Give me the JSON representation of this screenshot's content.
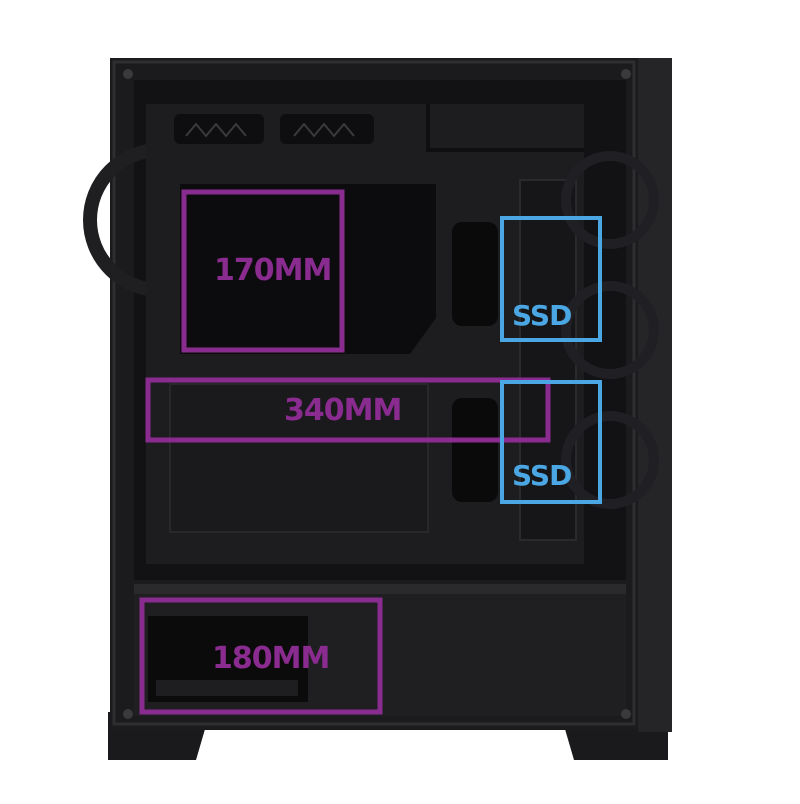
{
  "annotations": {
    "cpu_cooler_label": "170MM",
    "gpu_length_label": "340MM",
    "psu_length_label": "180MM",
    "ssd_top_label": "SSD",
    "ssd_bottom_label": "SSD"
  },
  "colors": {
    "page_background": "#ffffff",
    "case_body": "#1b1b1d",
    "case_edge": "#2a2a2d",
    "interior": "#121214",
    "tray": "#1d1d20",
    "clearance_box": "#8a2b8f",
    "ssd_box": "#4aa7e3"
  }
}
